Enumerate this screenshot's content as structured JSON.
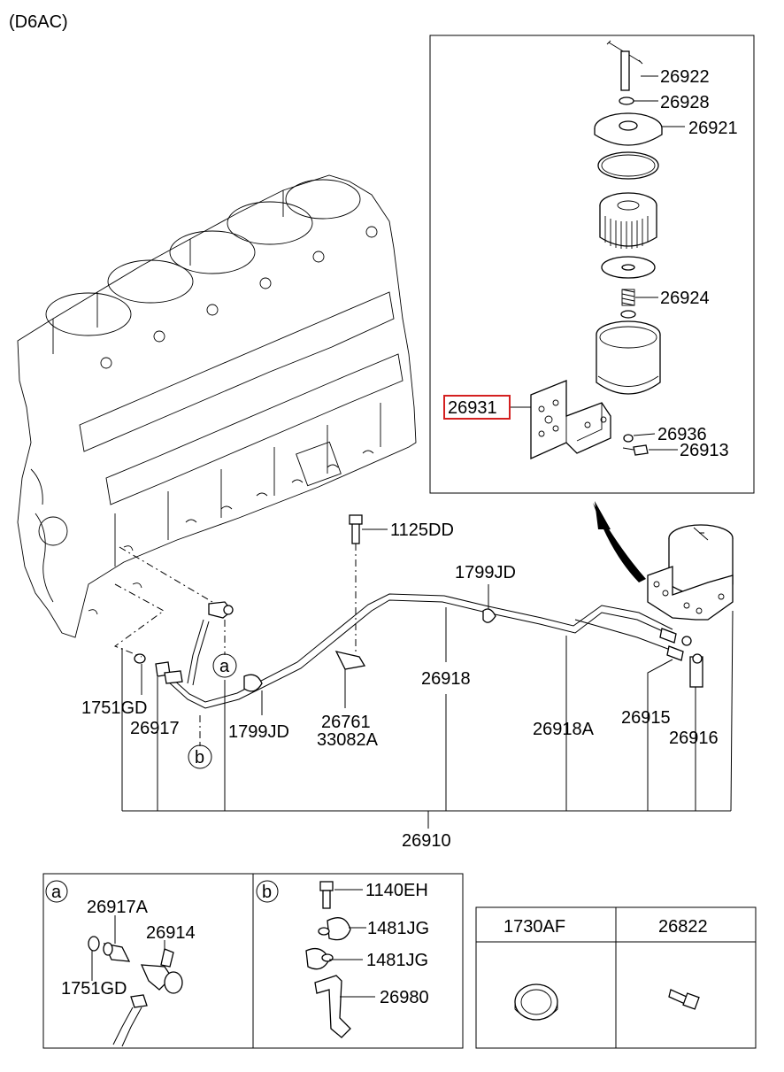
{
  "title": "(D6AC)",
  "detail_box": {
    "labels": {
      "p26922": "26922",
      "p26928": "26928",
      "p26921": "26921",
      "p26924": "26924",
      "p26931": "26931",
      "p26936": "26936",
      "p26913": "26913"
    },
    "highlight_color": "#d42020"
  },
  "main_labels": {
    "p1125DD": "1125DD",
    "p1799JD_top": "1799JD",
    "p26918": "26918",
    "p1751GD": "1751GD",
    "p26917": "26917",
    "p1799JD_bottom": "1799JD",
    "p26761": "26761",
    "p33082A": "33082A",
    "p26918A": "26918A",
    "p26915": "26915",
    "p26916": "26916",
    "p26910": "26910",
    "callout_a": "a",
    "callout_b": "b"
  },
  "inset_a": {
    "tag": "a",
    "labels": {
      "p26917A": "26917A",
      "p26914": "26914",
      "p1751GD": "1751GD"
    }
  },
  "inset_b": {
    "tag": "b",
    "labels": {
      "p1140EH": "1140EH",
      "p1481JG_1": "1481JG",
      "p1481JG_2": "1481JG",
      "p26980": "26980"
    }
  },
  "parts_table": {
    "headers": [
      "1730AF",
      "26822"
    ]
  }
}
